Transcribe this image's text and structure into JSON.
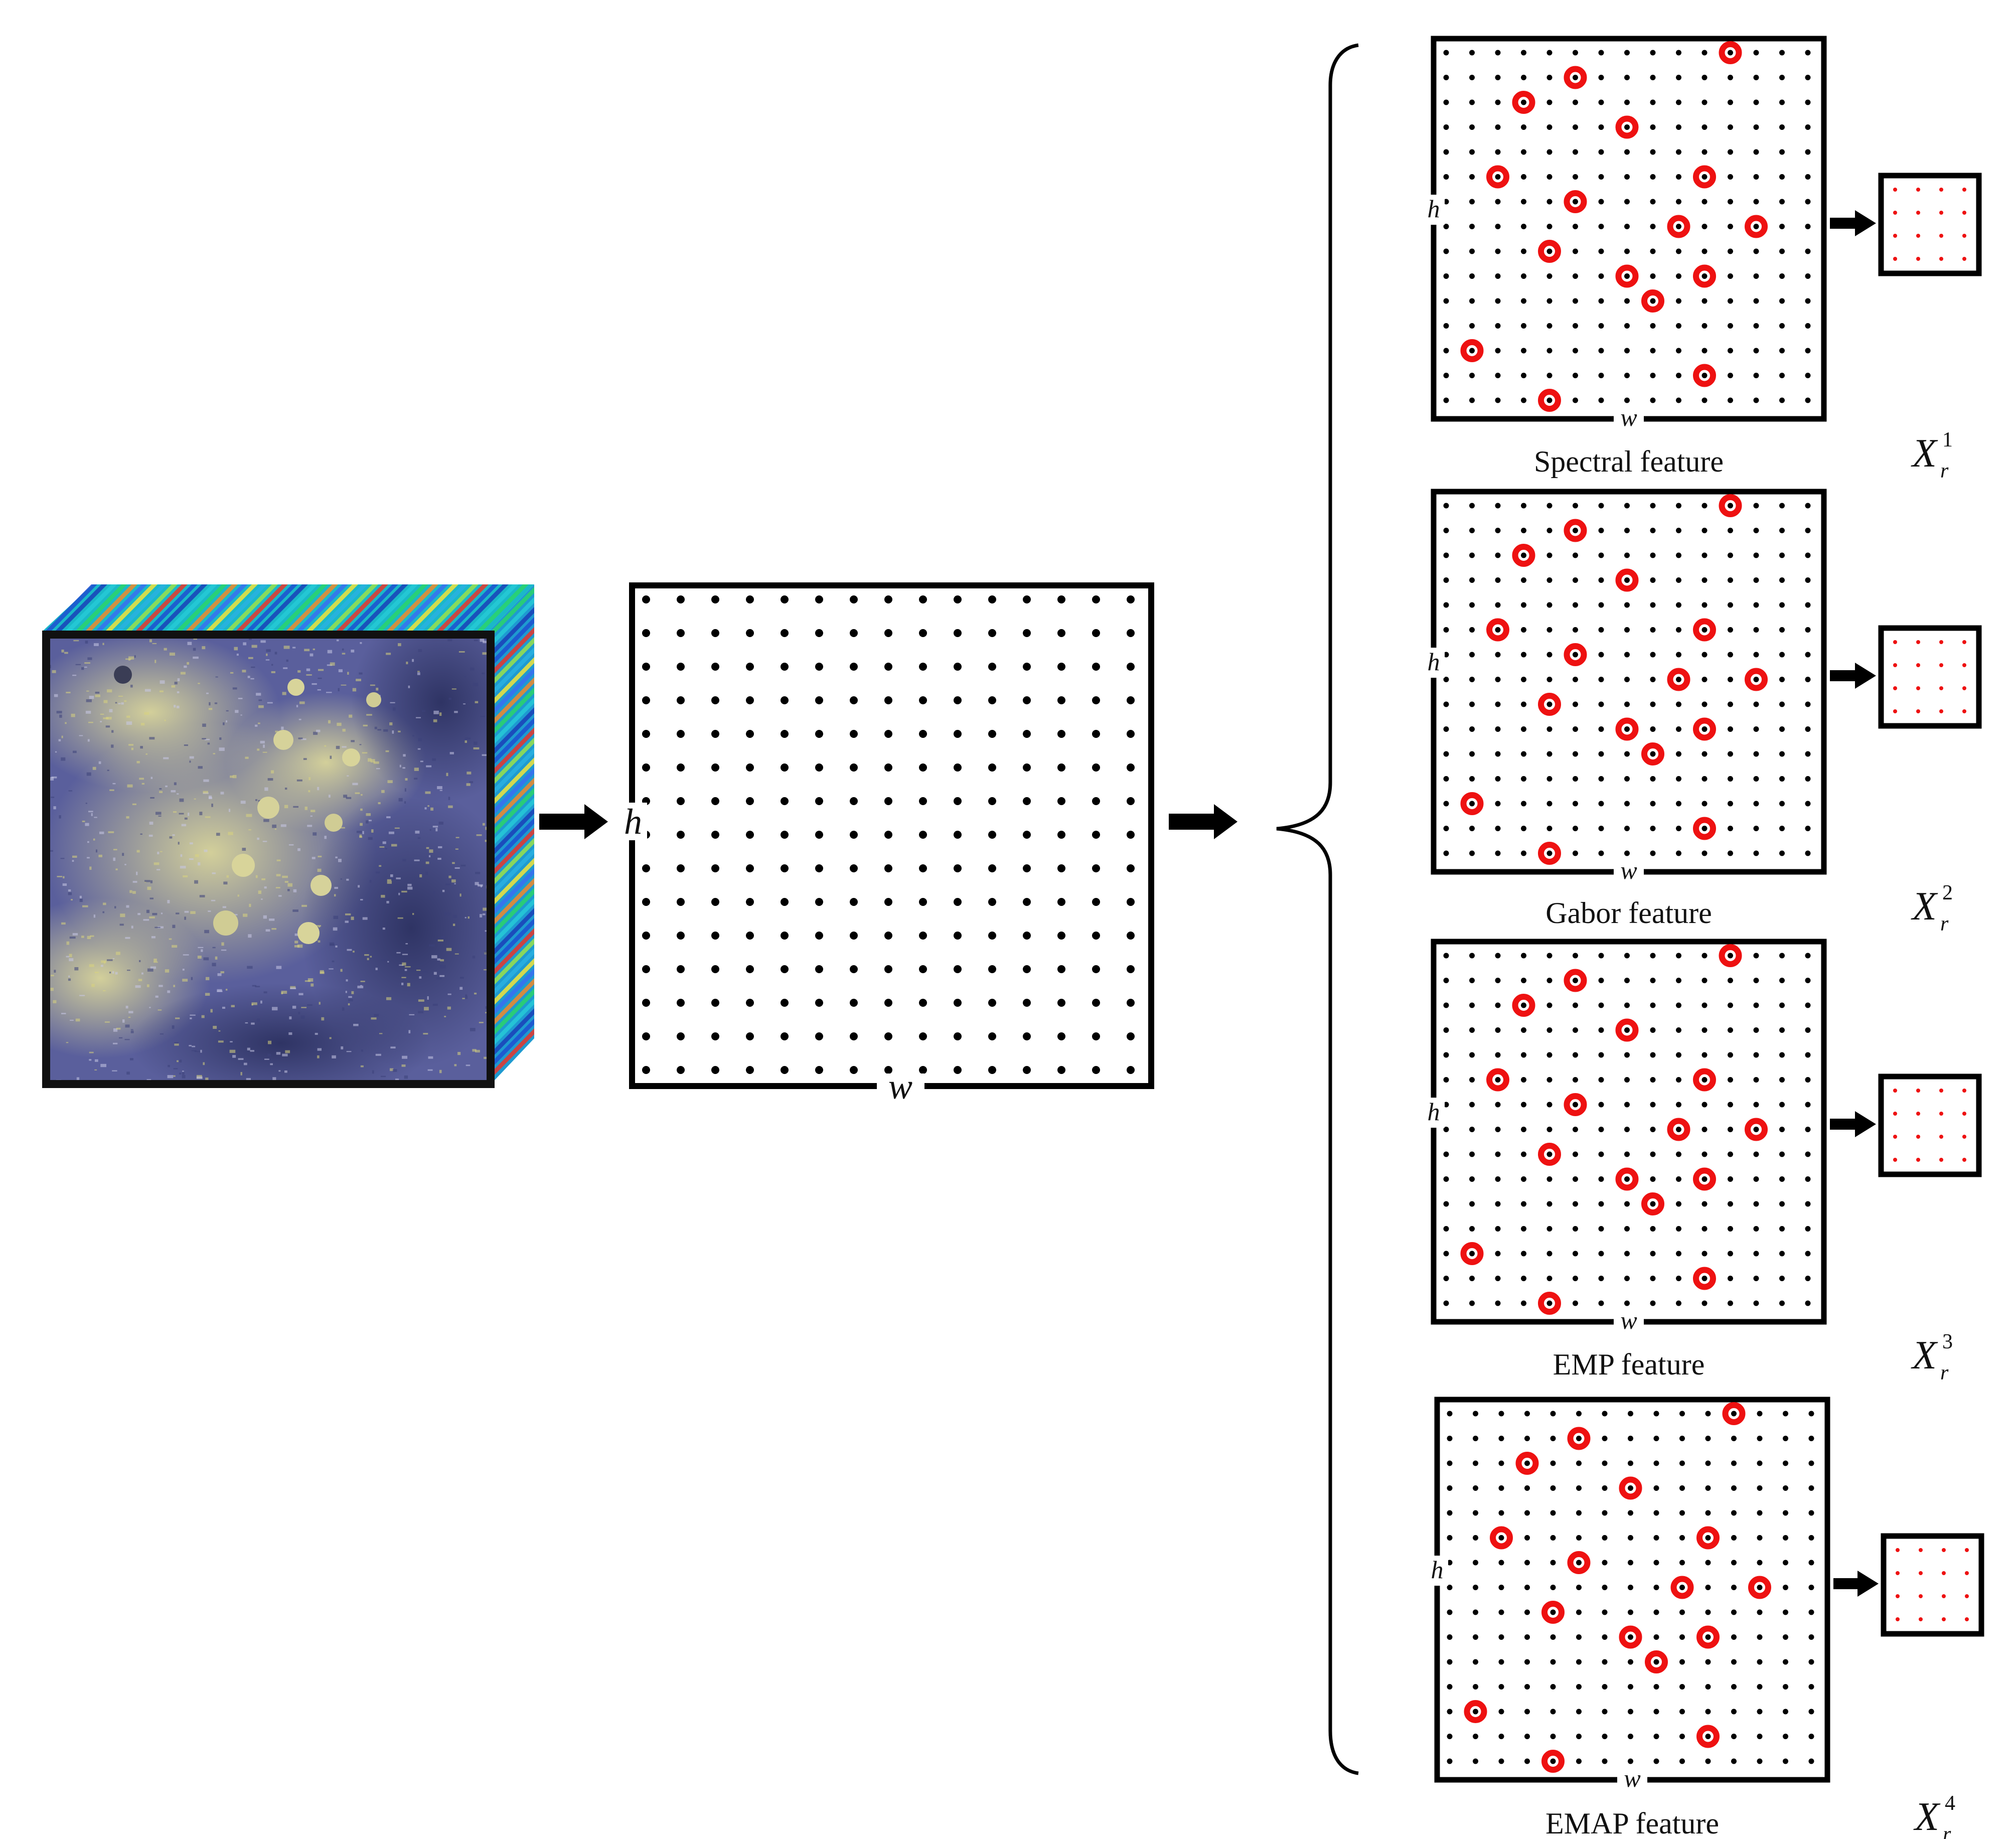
{
  "diagram": {
    "input_cube": {
      "name": "hyperspectral-image-cube"
    },
    "sampling_grid": {
      "h_label": "h",
      "w_label": "w",
      "rows": 15,
      "cols": 15
    },
    "branches": [
      {
        "caption": "Spectral feature",
        "h_label": "h",
        "w_label": "w",
        "output_symbol": "X",
        "output_subscript": "r",
        "output_superscript": "1"
      },
      {
        "caption": "Gabor feature",
        "h_label": "h",
        "w_label": "w",
        "output_symbol": "X",
        "output_subscript": "r",
        "output_superscript": "2"
      },
      {
        "caption": "EMP feature",
        "h_label": "h",
        "w_label": "w",
        "output_symbol": "X",
        "output_subscript": "r",
        "output_superscript": "3"
      },
      {
        "caption": "EMAP feature",
        "h_label": "h",
        "w_label": "w",
        "output_symbol": "X",
        "output_subscript": "r",
        "output_superscript": "4"
      }
    ],
    "sampled_points": [
      [
        0,
        11
      ],
      [
        1,
        5
      ],
      [
        2,
        3
      ],
      [
        3,
        7
      ],
      [
        5,
        2
      ],
      [
        5,
        10
      ],
      [
        6,
        5
      ],
      [
        7,
        9
      ],
      [
        7,
        12
      ],
      [
        8,
        4
      ],
      [
        9,
        7
      ],
      [
        9,
        10
      ],
      [
        10,
        8
      ],
      [
        12,
        1
      ],
      [
        13,
        10
      ],
      [
        14,
        4
      ]
    ],
    "colors": {
      "grid_dot": "#000000",
      "sample_ring": "#ee1111",
      "frame": "#000000",
      "arrow": "#000000"
    }
  }
}
